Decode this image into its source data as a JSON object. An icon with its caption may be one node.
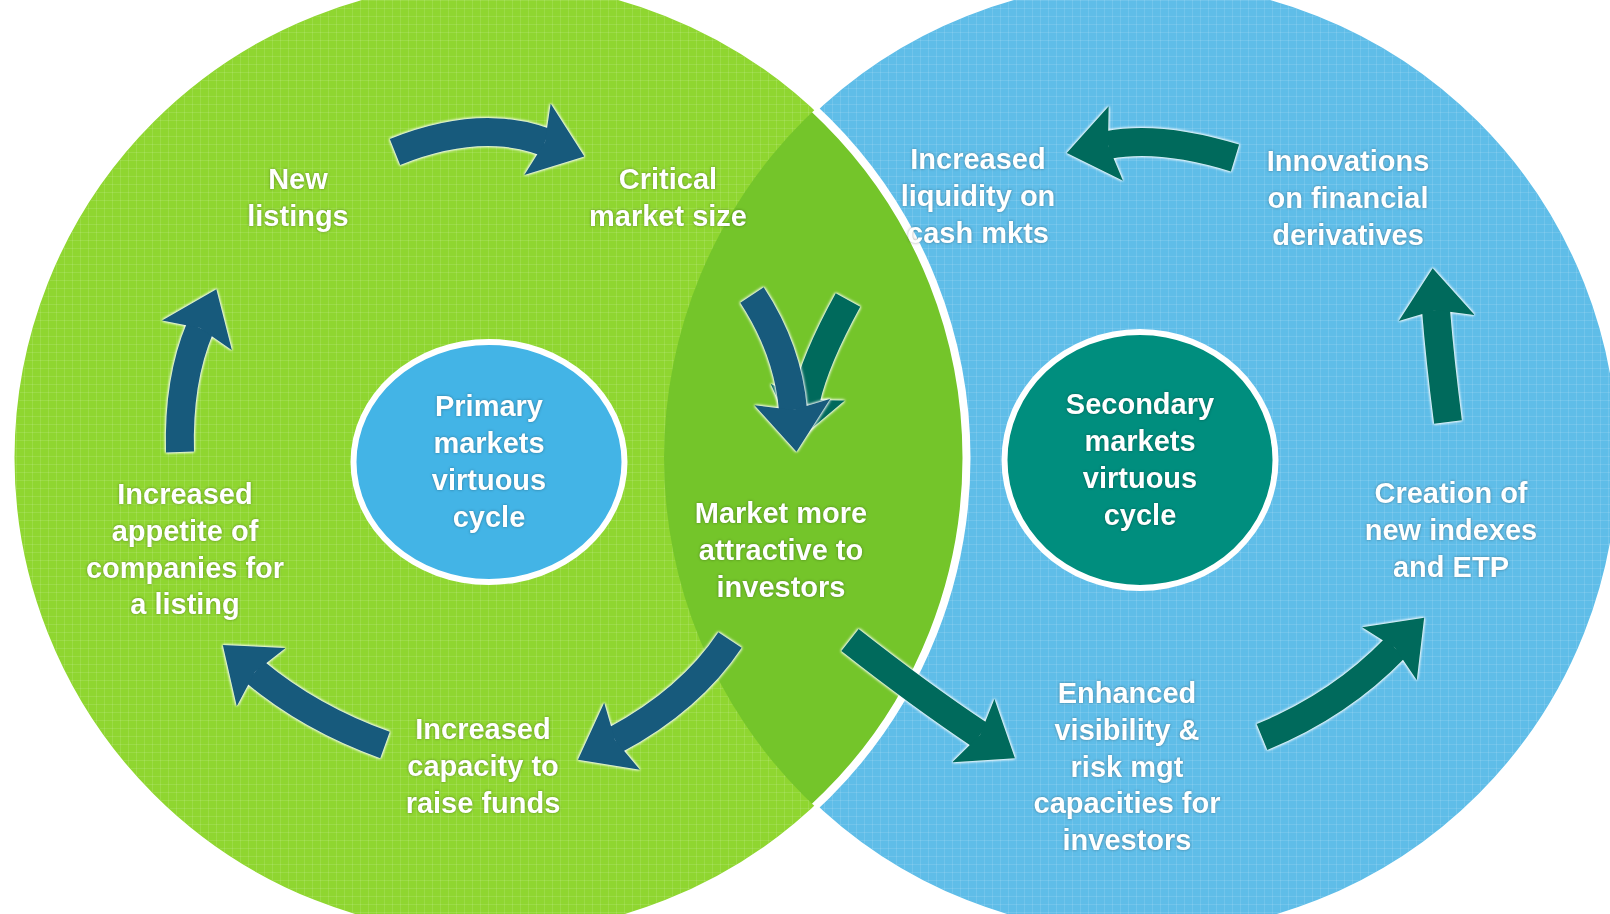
{
  "diagram": {
    "nodes": [
      {
        "text": [
          "New listings"
        ]
      },
      {
        "text": [
          "Critical market size"
        ]
      },
      {
        "text": [
          "Market more attractive to investors"
        ]
      },
      {
        "text": [
          "Increased capacity to raise funds"
        ]
      },
      {
        "text": [
          "Increased appetite of companies for a listing"
        ]
      },
      {
        "text": [
          "Primary markets virtuous cycle"
        ]
      },
      {
        "text": [
          "Increased liquidity on cash mkts"
        ]
      },
      {
        "text": [
          "Innovations on financial derivatives"
        ]
      },
      {
        "text": [
          "Creation of new indexes and ETP"
        ]
      },
      {
        "text": [
          "Enhanced visibility & risk mgt capacities for investors"
        ]
      },
      {
        "text": [
          "Secondary markets virtuous cycle"
        ]
      }
    ],
    "edges": [
      {
        "from": 6,
        "to": 2,
        "arrow": "to",
        "color": "#006a5c"
      },
      {
        "from": 0,
        "to": 1,
        "arrow": "to",
        "color": "#175a7c"
      },
      {
        "from": 1,
        "to": 2,
        "arrow": "to",
        "color": "#175a7c"
      },
      {
        "from": 2,
        "to": 3,
        "arrow": "to",
        "color": "#175a7c"
      },
      {
        "from": 3,
        "to": 4,
        "arrow": "to",
        "color": "#175a7c"
      },
      {
        "from": 4,
        "to": 0,
        "arrow": "to",
        "color": "#175a7c"
      },
      {
        "from": 2,
        "to": 9,
        "arrow": "to",
        "color": "#006a5c"
      },
      {
        "from": 9,
        "to": 8,
        "arrow": "to",
        "color": "#006a5c"
      },
      {
        "from": 8,
        "to": 7,
        "arrow": "to",
        "color": "#006a5c"
      },
      {
        "from": 7,
        "to": 6,
        "arrow": "to",
        "color": "#006a5c"
      }
    ]
  }
}
